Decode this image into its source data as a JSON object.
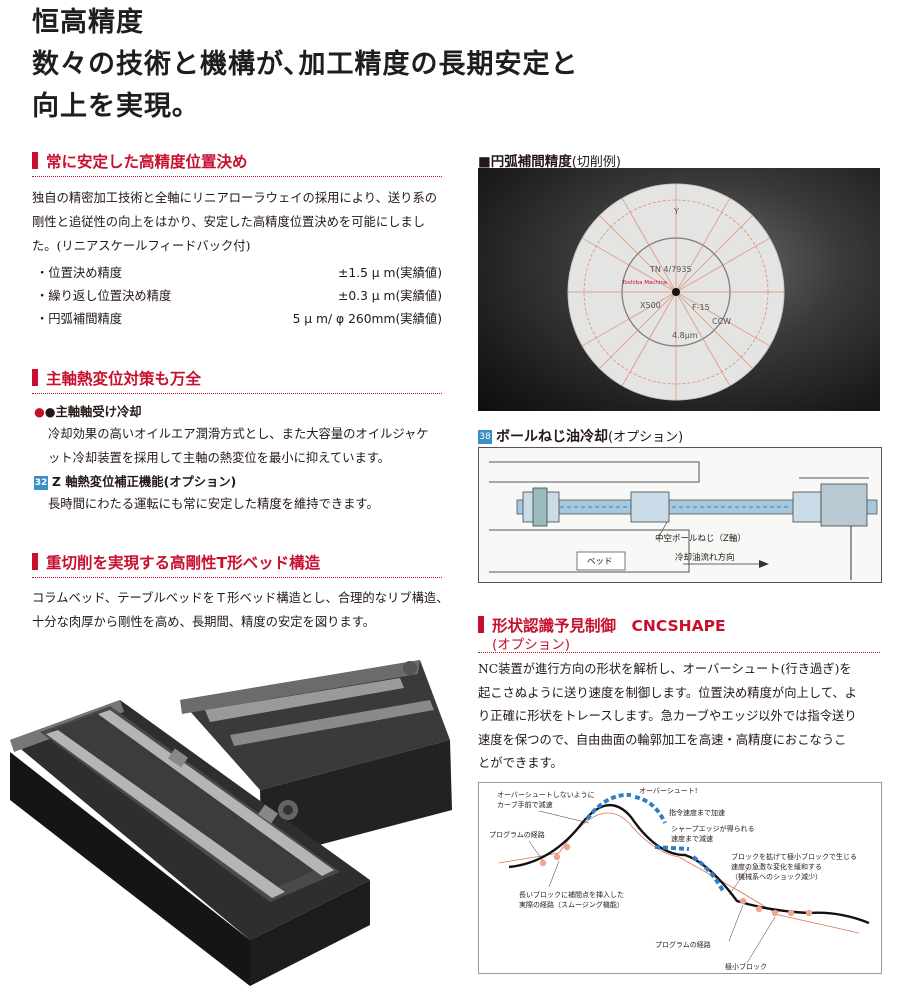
{
  "headline": {
    "line1": "恒高精度",
    "line2": "数々の技術と機構が､加工精度の長期安定と",
    "line3": "向上を実現｡"
  },
  "positioning": {
    "title": "常に安定した高精度位置決め",
    "body": [
      "独自の精密加工技術と全軸にリニアローラウェイの採用により、送り系の",
      "剛性と追従性の向上をはかり、安定した高精度位置決めを可能にしまし",
      "た。(リニアスケールフィードバック付)"
    ],
    "specs": [
      {
        "label": "・位置決め精度",
        "value": "±1.5 μ m(実績値)"
      },
      {
        "label": "・繰り返し位置決め精度",
        "value": "±0.3 μ m(実績値)"
      },
      {
        "label": "・円弧補間精度",
        "value": "5 μ m/ φ 260mm(実績値)"
      }
    ]
  },
  "thermal": {
    "title": "主軸熱変位対策も万全",
    "item1_title": "●主軸軸受け冷却",
    "item1_body": [
      "冷却効果の高いオイルエア潤滑方式とし、また大容量のオイルジャケ",
      "ット冷却装置を採用して主軸の熱変位を最小に抑えています。"
    ],
    "item2_badge": "32",
    "item2_title": "Z 軸熱変位補正機能(オプション)",
    "item2_body": "長時間にわたる運転にも常に安定した精度を維持できます。"
  },
  "bed": {
    "title": "重切削を実現する高剛性T形ベッド構造",
    "body": [
      "コラムベッド、テーブルベッドをＴ形ベッド構造とし、合理的なリブ構造、",
      "十分な肉厚から剛性を高め、長期間、精度の安定を図ります。"
    ]
  },
  "circular": {
    "title": "■円弧補間精度",
    "title_suffix": "(切削例)",
    "plate_marks": [
      "Y",
      "TN 4/7935",
      "Toshiba Machine",
      "X500",
      "F-15",
      "CCW",
      "4.8μm"
    ]
  },
  "ballscrew": {
    "badge": "38",
    "title": "ボールねじ油冷却",
    "title_suffix": "(オプション)",
    "label_screw": "中空ボールねじ（Z軸）",
    "label_bed": "ベッド",
    "label_flow": "冷却油流れ方向"
  },
  "cncshape": {
    "title": "形状認識予見制御　CNCSHAPE",
    "subtitle": "(オプション)",
    "body": [
      "NC装置が進行方向の形状を解析し、オーバーシュート(行き過ぎ)を",
      "起こさぬように送り速度を制御します。位置決め精度が向上して、よ",
      "り正確に形状をトレースします。急カーブやエッジ以外では指令送り",
      "速度を保つので、自由曲面の輪郭加工を高速・高精度におこなうこ",
      "とができます。"
    ],
    "diagram": {
      "a1": "オーバーシュートしないように",
      "a2": "カーブ手前で減速",
      "b": "オーバーシュート!",
      "c": "指令速度まで加速",
      "d1": "シャープエッジが得られる",
      "d2": "速度まで減速",
      "e": "プログラムの経路",
      "f1": "ブロックを拡げて極小ブロックで生じる",
      "f2": "速度の急激な変化を緩和する",
      "f3": "（機械系へのショック減少）",
      "g1": "長いブロックに補間点を挿入した",
      "g2": "実際の経路（スムージング機能）",
      "h": "プログラムの経路",
      "i": "極小ブロック"
    }
  },
  "colors": {
    "accent": "#c8102e",
    "badge": "#3b8fc4",
    "arrow": "#2f7fc1",
    "node": "#f2a48e"
  }
}
